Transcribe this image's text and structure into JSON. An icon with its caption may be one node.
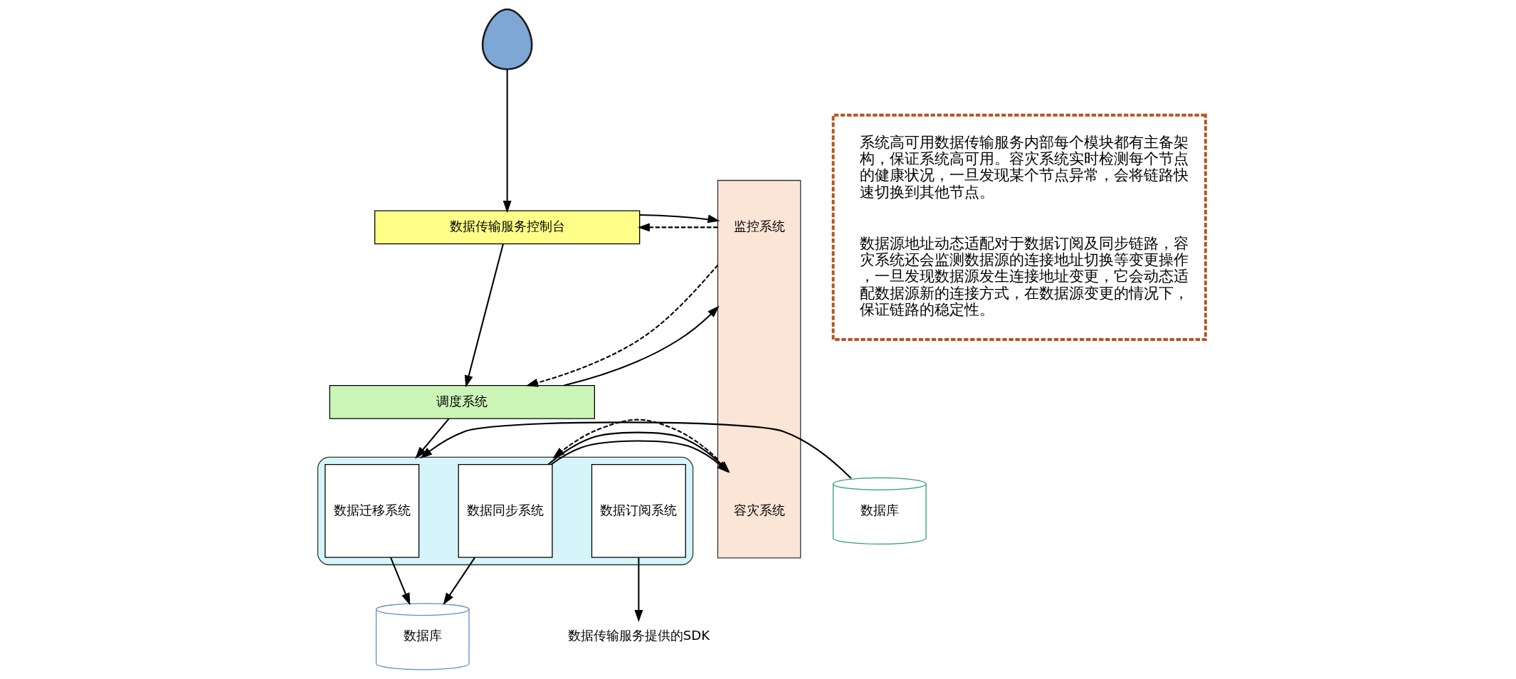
{
  "diagram": {
    "nodes": [
      {
        "text": [],
        "shape": "person"
      },
      {
        "text": [
          "数据传输服务控制台"
        ]
      },
      {
        "text": [
          "调度系统"
        ]
      },
      {
        "text": [],
        "shape": "box"
      },
      {
        "text": [
          "数据迁移系统"
        ],
        "in": 3
      },
      {
        "text": [
          "数据同步系统"
        ],
        "in": 3
      },
      {
        "text": [
          "数据订阅系统"
        ],
        "in": 3
      },
      {
        "text": [],
        "shape": "box"
      },
      {
        "text": [
          "监控系统"
        ],
        "in": 7
      },
      {
        "text": [
          "容灾系统"
        ],
        "in": 7
      },
      {
        "text": [
          "数据库"
        ]
      },
      {
        "text": [
          "数据库"
        ]
      },
      {
        "text": [
          "数据传输服务提供的SDK"
        ]
      },
      {
        "text": [
          "系统高可用数据传输服务内部每个模块都有主备架构，保证系统高可用。容灾系统实时检测每个节点的健康状况，一旦发现某个节点异常，会将链路快速切换到其他节点。",
          "数据源地址动态适配对于数据订阅及同步链路，容灾系统还会监测数据源的连接地址切换等变更操作，一旦发现数据源发生连接地址变更，它会动态适配数据源新的连接方式，在数据源变更的情况下，保证链路的稳定性。"
        ]
      }
    ],
    "edges": [
      {
        "from": 0,
        "to": 1,
        "arrow": "to"
      },
      {
        "from": 1,
        "to": 2,
        "arrow": "to"
      },
      {
        "from": 2,
        "to": 3,
        "arrow": "to"
      },
      {
        "from": 10,
        "to": 3,
        "arrow": "to"
      },
      {
        "from": 4,
        "to": 11,
        "arrow": "to"
      },
      {
        "from": 5,
        "to": 11,
        "arrow": "to"
      },
      {
        "from": 6,
        "to": 12,
        "arrow": "to"
      },
      {
        "from": 1,
        "to": 7,
        "arrow": "to"
      },
      {
        "from": 7,
        "to": 1,
        "arrow": "to",
        "style": "dashed"
      },
      {
        "from": 2,
        "to": 7,
        "arrow": "to"
      },
      {
        "from": 7,
        "to": 2,
        "arrow": "to",
        "style": "dashed"
      },
      {
        "from": 3,
        "to": 7,
        "arrow": "to"
      },
      {
        "from": 7,
        "to": 3,
        "arrow": "to",
        "style": "dashed"
      }
    ]
  }
}
